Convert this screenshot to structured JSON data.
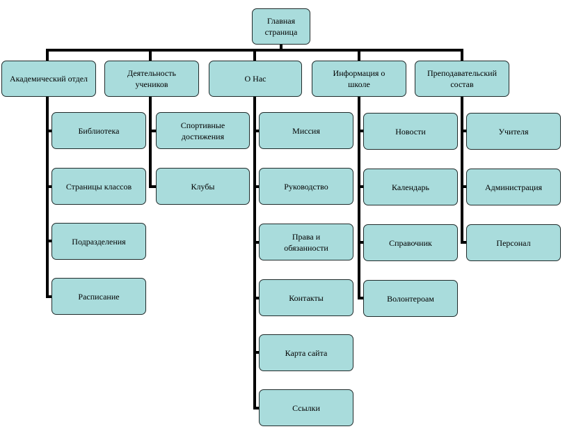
{
  "diagram": {
    "root": {
      "label": "Главная\nстраница"
    },
    "sections": [
      {
        "label": "Академический отдел",
        "children": [
          "Библиотека",
          "Страницы классов",
          "Подразделения",
          "Расписание"
        ]
      },
      {
        "label": "Деятельность\nучеников",
        "children": [
          "Спортивные\nдостижения",
          "Клубы"
        ]
      },
      {
        "label": "О Нас",
        "children": [
          "Миссия",
          "Руководство",
          "Права и\nобязанности",
          "Контакты",
          "Карта сайта",
          "Ссылки"
        ]
      },
      {
        "label": "Информация о\nшколе",
        "children": [
          "Новости",
          "Календарь",
          "Справочник",
          "Волонтероам"
        ]
      },
      {
        "label": "Преподавательский\nсостав",
        "children": [
          "Учителя",
          "Администрация",
          "Персонал"
        ]
      }
    ],
    "colors": {
      "node_fill": "#a9dcdc",
      "node_border": "#1f2a2a",
      "connector": "#000000"
    }
  }
}
